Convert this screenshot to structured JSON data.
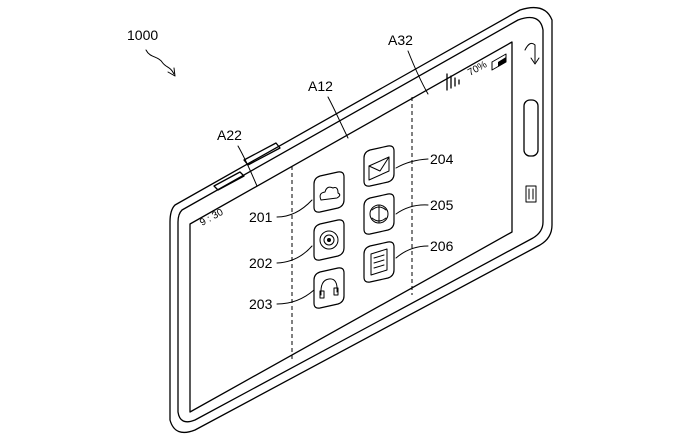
{
  "figure": {
    "device_ref": "1000",
    "region_labels": {
      "a22": "A22",
      "a12": "A12",
      "a32": "A32"
    },
    "screen_status": {
      "clock": "9 : 30",
      "battery_percent": "70%"
    },
    "icon_labels": {
      "weather": "201",
      "camera": "202",
      "music": "203",
      "mail": "204",
      "browser": "205",
      "memo": "206"
    }
  },
  "icons": {
    "weather": "cloud-icon",
    "camera": "camera-lens-icon",
    "music": "headphones-icon",
    "mail": "envelope-icon",
    "browser": "globe-icon",
    "memo": "document-icon",
    "back": "back-arrow-icon",
    "menu": "menu-icon",
    "signal": "signal-bars-icon",
    "battery": "battery-icon"
  }
}
